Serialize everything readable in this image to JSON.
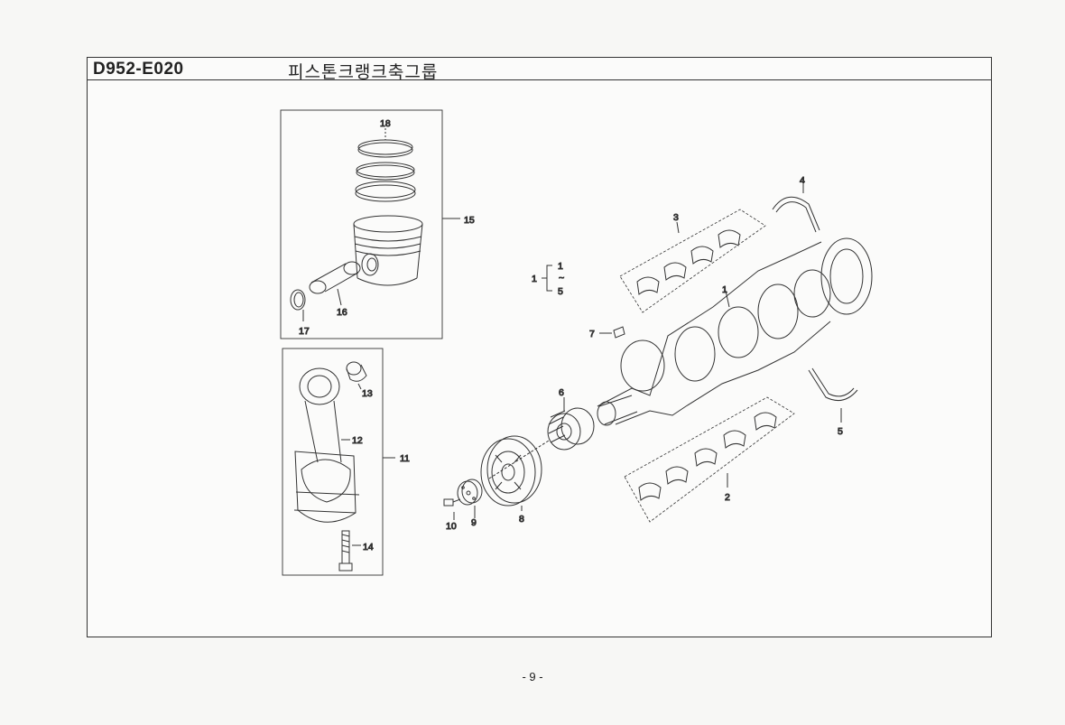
{
  "header": {
    "code": "D952-E020",
    "title": "피스톤크랭크축그룹"
  },
  "footer": {
    "page": "- 9 -"
  },
  "callouts": {
    "c1": "1",
    "c1a": "1",
    "c1b": "~",
    "c1c": "5",
    "c1_crank": "1",
    "c2": "2",
    "c3": "3",
    "c4": "4",
    "c5": "5",
    "c6": "6",
    "c7": "7",
    "c8": "8",
    "c9": "9",
    "c10": "10",
    "c11": "11",
    "c12": "12",
    "c13": "13",
    "c14": "14",
    "c15": "15",
    "c16": "16",
    "c17": "17",
    "c18": "18"
  }
}
